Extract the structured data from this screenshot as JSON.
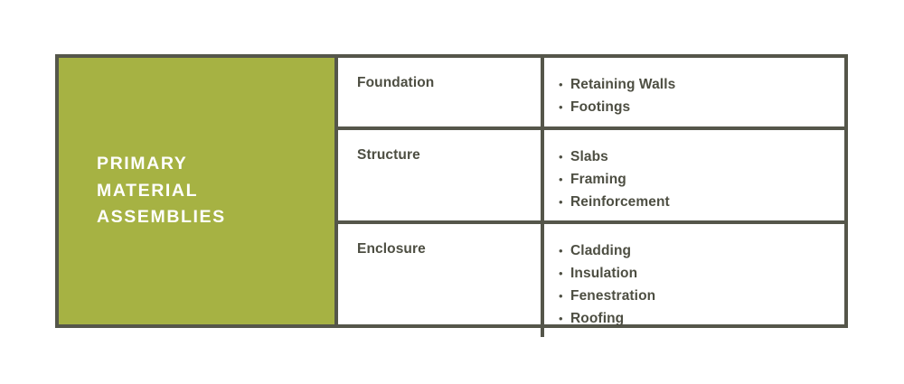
{
  "diagram": {
    "title_panel": {
      "text": "PRIMARY\nMATERIAL\nASSEMBLIES",
      "background_color": "#a6b243",
      "text_color": "#ffffff"
    },
    "border_color": "#55564a",
    "text_color": "#4d4e42",
    "bullet_glyph": "•",
    "rows": [
      {
        "category": "Foundation",
        "items": [
          "Retaining Walls",
          "Footings"
        ]
      },
      {
        "category": "Structure",
        "items": [
          "Slabs",
          "Framing",
          "Reinforcement"
        ]
      },
      {
        "category": "Enclosure",
        "items": [
          "Cladding",
          "Insulation",
          "Fenestration",
          "Roofing"
        ]
      }
    ]
  }
}
